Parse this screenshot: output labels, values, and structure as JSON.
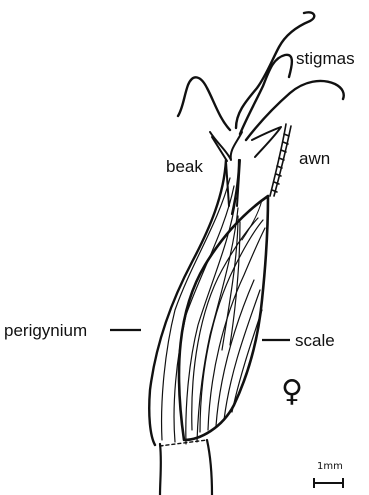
{
  "labels": {
    "stigmas": "stigmas",
    "awn": "awn",
    "beak": "beak",
    "perigynium": "perigynium",
    "scale": "scale"
  },
  "symbol": "♀",
  "scale_bar": {
    "label": "1mm"
  }
}
